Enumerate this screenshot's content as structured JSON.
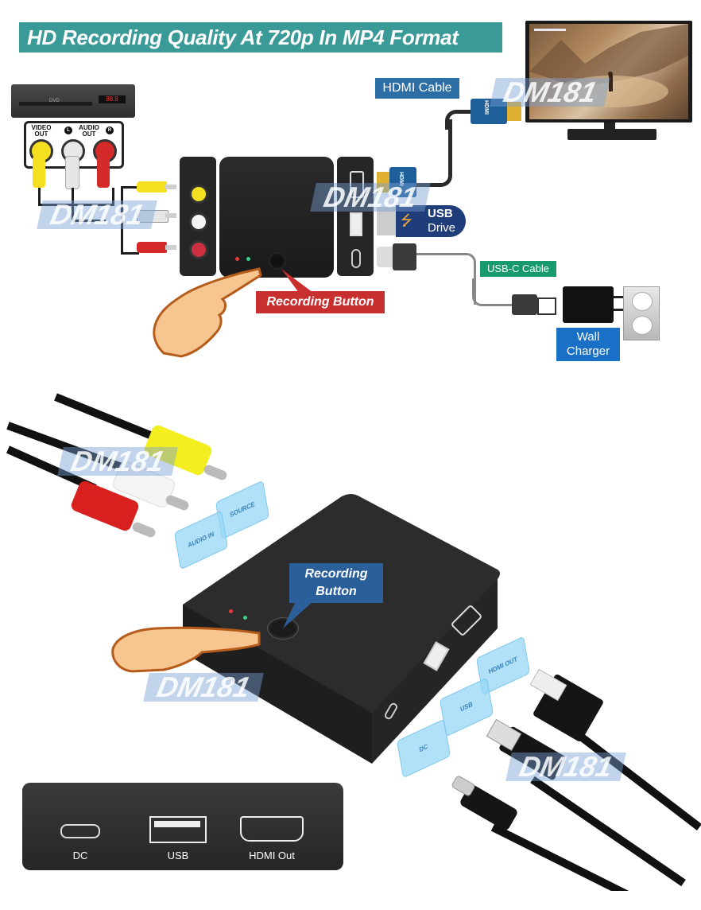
{
  "title_banner": {
    "text": "HD Recording Quality At 720p In MP4 Format",
    "background_color": "#3a9a97"
  },
  "watermark": "DM181",
  "top_diagram": {
    "source_device": {
      "name": "DVD player",
      "display_text": "DVD",
      "panel_labels": {
        "video_out": "VIDEO OUT",
        "audio_out": "AUDIO OUT",
        "audio_left": "L",
        "audio_right": "R"
      }
    },
    "callouts": {
      "hdmi_cable": {
        "text": "HDMI Cable",
        "color": "#2e6ea6"
      },
      "usb_drive": {
        "line1": "USB",
        "line2": "Drive",
        "color": "#1f3d78"
      },
      "usb_c_cable": {
        "text": "USB-C Cable",
        "color": "#169a6e"
      },
      "recording_button": {
        "text": "Recording Button",
        "color": "#c8302f"
      },
      "wall_charger": {
        "line1": "Wall",
        "line2": "Charger",
        "color": "#1a6fc7"
      }
    },
    "hdmi_plug_text": "HDMI",
    "rca_colors": [
      "#f4e020",
      "#f0f0f0",
      "#d42a2a"
    ],
    "led_colors": [
      "#e23b3b",
      "#3bd08a"
    ]
  },
  "middle_diagram": {
    "recording_callout": {
      "line1": "Recording",
      "line2": "Button",
      "color": "#2a5f9a"
    },
    "floating_tags": [
      "SOURCE",
      "AUDIO IN",
      "HDMI OUT",
      "USB",
      "DC"
    ]
  },
  "front_panel": {
    "ports": [
      {
        "label": "DC",
        "type": "usb-c"
      },
      {
        "label": "USB",
        "type": "usb-a"
      },
      {
        "label": "HDMI Out",
        "type": "hdmi"
      }
    ]
  }
}
